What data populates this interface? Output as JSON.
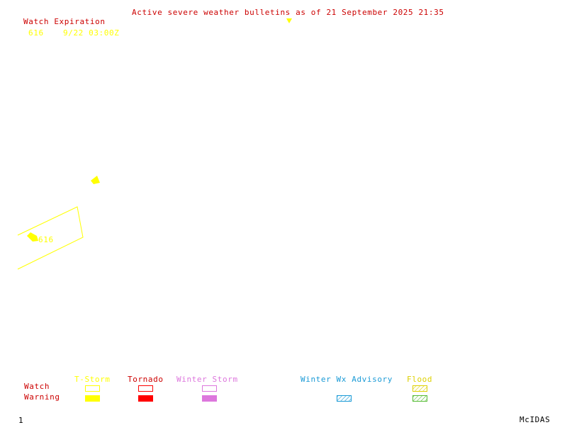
{
  "title": "Active severe weather bulletins as of 21 September 2025 21:35",
  "watch_expiration": {
    "heading": "Watch Expiration",
    "entries": [
      {
        "number": "616",
        "expires": "9/22 03:00Z"
      }
    ]
  },
  "map": {
    "watch_label": "616"
  },
  "legend": {
    "row_labels": {
      "watch": "Watch",
      "warning": "Warning"
    },
    "categories": [
      {
        "label": "T-Storm",
        "color": "#ffff00",
        "watch": "outline",
        "warning": "filled"
      },
      {
        "label": "Tornado",
        "color": "#ff0000",
        "watch": "outline",
        "warning": "filled"
      },
      {
        "label": "Winter Storm",
        "color": "#dd77dd",
        "watch": "outline",
        "warning": "filled"
      },
      {
        "label": "Winter Wx Advisory",
        "color": "#1a9ad6",
        "watch": "none",
        "warning": "hatched"
      },
      {
        "label": "Flood",
        "color": "#ddd000",
        "watch": "hatched",
        "warning": "hatched"
      }
    ]
  },
  "colors": {
    "title": "#cc0000",
    "heading": "#cc0000",
    "watch_entry": "#ffff00",
    "watch_polygon": "#ffff00",
    "flood_warning_hatch": "#55bb33",
    "footer": "#000000"
  },
  "footer": {
    "frame_number": "1",
    "product": "McIDAS"
  }
}
